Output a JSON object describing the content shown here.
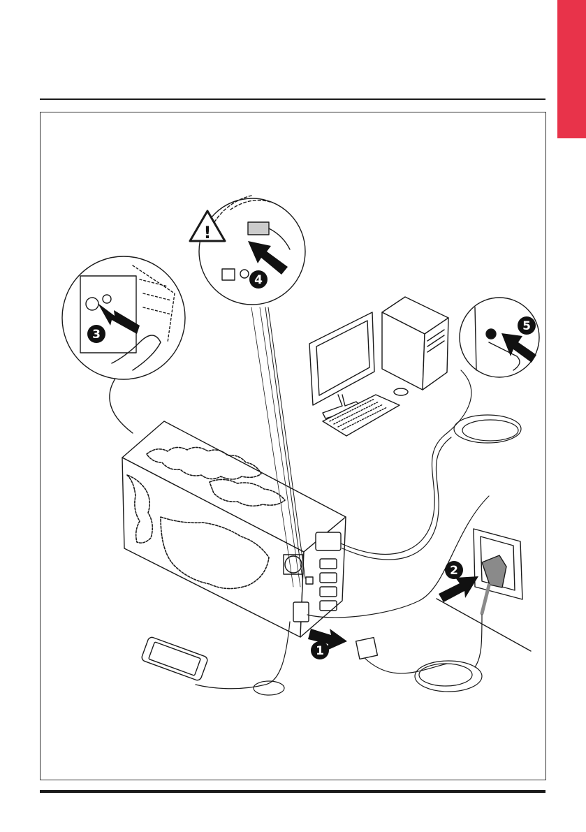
{
  "accent_color": "#e8334a",
  "steps": [
    {
      "number": "1",
      "icon": "power-inlet-arrow"
    },
    {
      "number": "2",
      "icon": "wall-socket-arrow"
    },
    {
      "number": "3",
      "icon": "power-button-press"
    },
    {
      "number": "4",
      "icon": "usb-connect-arrow"
    },
    {
      "number": "5",
      "icon": "pc-power-button-press"
    }
  ],
  "warning": {
    "symbol": "!",
    "icon": "warning-triangle-icon"
  }
}
